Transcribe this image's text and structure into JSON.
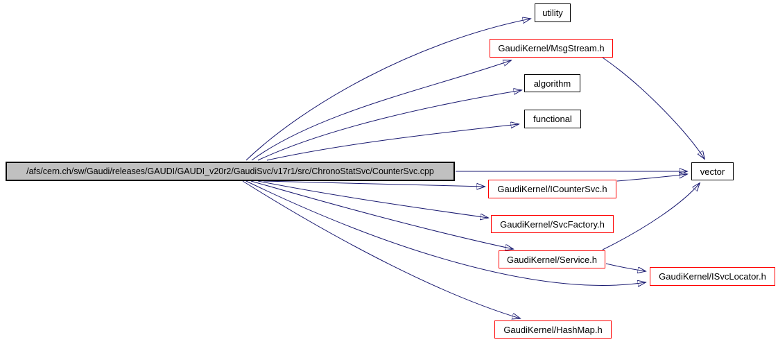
{
  "graph": {
    "kind": "include-dependency-graph",
    "nodes": {
      "main": {
        "label": "/afs/cern.ch/sw/Gaudi/releases/GAUDI/GAUDI_v20r2/GaudiSvc/v17r1/src/ChronoStatSvc/CounterSvc.cpp",
        "type": "source-file"
      },
      "utility": {
        "label": "utility",
        "type": "plain-header"
      },
      "msgstream": {
        "label": "GaudiKernel/MsgStream.h",
        "type": "linked-header"
      },
      "algorithm": {
        "label": "algorithm",
        "type": "plain-header"
      },
      "functional": {
        "label": "functional",
        "type": "plain-header"
      },
      "vector": {
        "label": "vector",
        "type": "plain-header"
      },
      "icountersvc": {
        "label": "GaudiKernel/ICounterSvc.h",
        "type": "linked-header"
      },
      "svcfactory": {
        "label": "GaudiKernel/SvcFactory.h",
        "type": "linked-header"
      },
      "service": {
        "label": "GaudiKernel/Service.h",
        "type": "linked-header"
      },
      "isvclocator": {
        "label": "GaudiKernel/ISvcLocator.h",
        "type": "linked-header"
      },
      "hashmap": {
        "label": "GaudiKernel/HashMap.h",
        "type": "linked-header"
      }
    },
    "edges": [
      {
        "from": "main",
        "to": "utility"
      },
      {
        "from": "main",
        "to": "msgstream"
      },
      {
        "from": "main",
        "to": "algorithm"
      },
      {
        "from": "main",
        "to": "functional"
      },
      {
        "from": "main",
        "to": "vector"
      },
      {
        "from": "main",
        "to": "icountersvc"
      },
      {
        "from": "main",
        "to": "svcfactory"
      },
      {
        "from": "main",
        "to": "service"
      },
      {
        "from": "main",
        "to": "isvclocator"
      },
      {
        "from": "main",
        "to": "hashmap"
      },
      {
        "from": "msgstream",
        "to": "vector"
      },
      {
        "from": "icountersvc",
        "to": "vector"
      },
      {
        "from": "service",
        "to": "vector"
      },
      {
        "from": "service",
        "to": "isvclocator"
      }
    ]
  },
  "colors": {
    "edge": "#191970",
    "linked_node_border": "#ff0000",
    "plain_node_border": "#000000",
    "main_node_fill": "#c0c0c0",
    "background": "#ffffff",
    "text": "#000000"
  }
}
